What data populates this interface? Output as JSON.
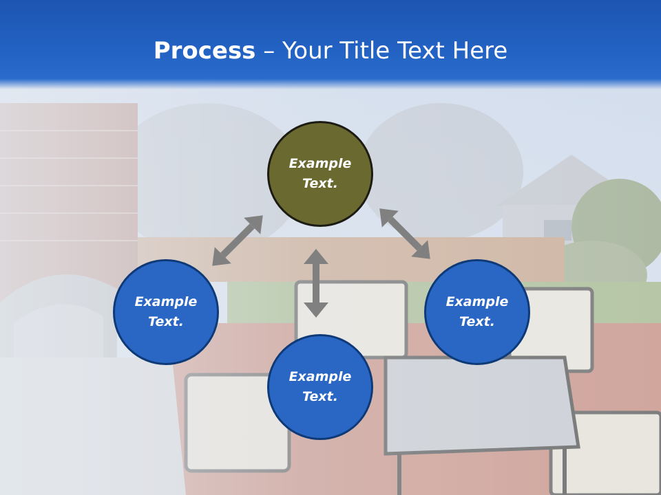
{
  "slide": {
    "title_bold": "Process",
    "title_rest": " – Your Title Text Here"
  },
  "nodes": [
    {
      "id": "top",
      "text": "Example Text.",
      "color": "#6a6a30"
    },
    {
      "id": "left",
      "text": "Example Text.",
      "color": "#2a67c4"
    },
    {
      "id": "right",
      "text": "Example Text.",
      "color": "#2a67c4"
    },
    {
      "id": "bottom",
      "text": "Example Text.",
      "color": "#2a67c4"
    }
  ],
  "colors": {
    "header": "#2363c4",
    "arrow": "#808080"
  }
}
